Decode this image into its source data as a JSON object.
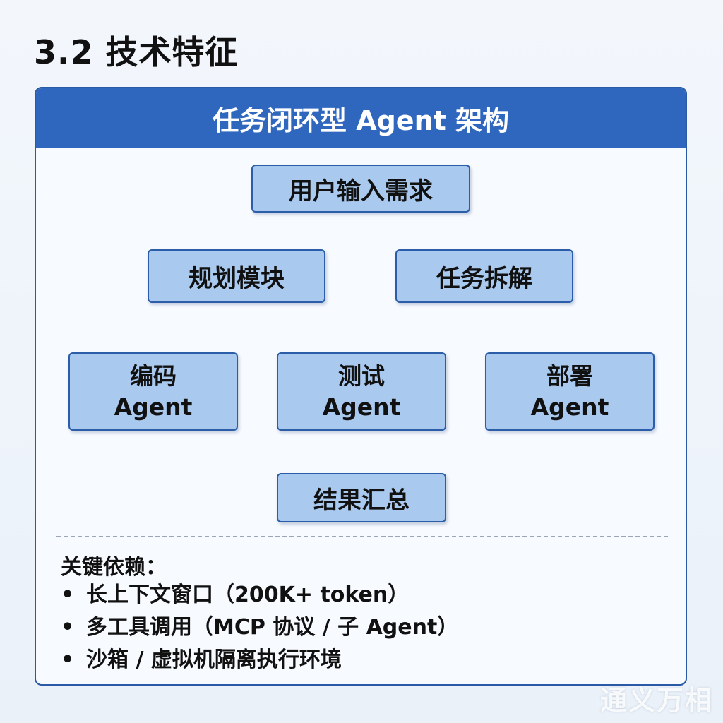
{
  "page": {
    "title": "3.2 技术特征"
  },
  "diagram": {
    "title": "任务闭环型 Agent 架构",
    "nodes": {
      "user_input": "用户输入需求",
      "planning": "规划模块",
      "decompose": "任务拆解",
      "coding": {
        "line1": "编码",
        "line2": "Agent"
      },
      "testing": {
        "line1": "测试",
        "line2": "Agent"
      },
      "deploy": {
        "line1": "部署",
        "line2": "Agent"
      },
      "summary": "结果汇总"
    },
    "arrow_color": "#111111"
  },
  "dependencies": {
    "title": "关键依赖：",
    "items": [
      "长上下文窗口（200K+ token）",
      "多工具调用（MCP 协议 / 子 Agent）",
      "沙箱 / 虚拟机隔离执行环境"
    ]
  },
  "watermark": "通义万相",
  "colors": {
    "header_bg": "#2f67bf",
    "node_fill": "#a9c9ef",
    "node_border": "#2b5da8"
  }
}
